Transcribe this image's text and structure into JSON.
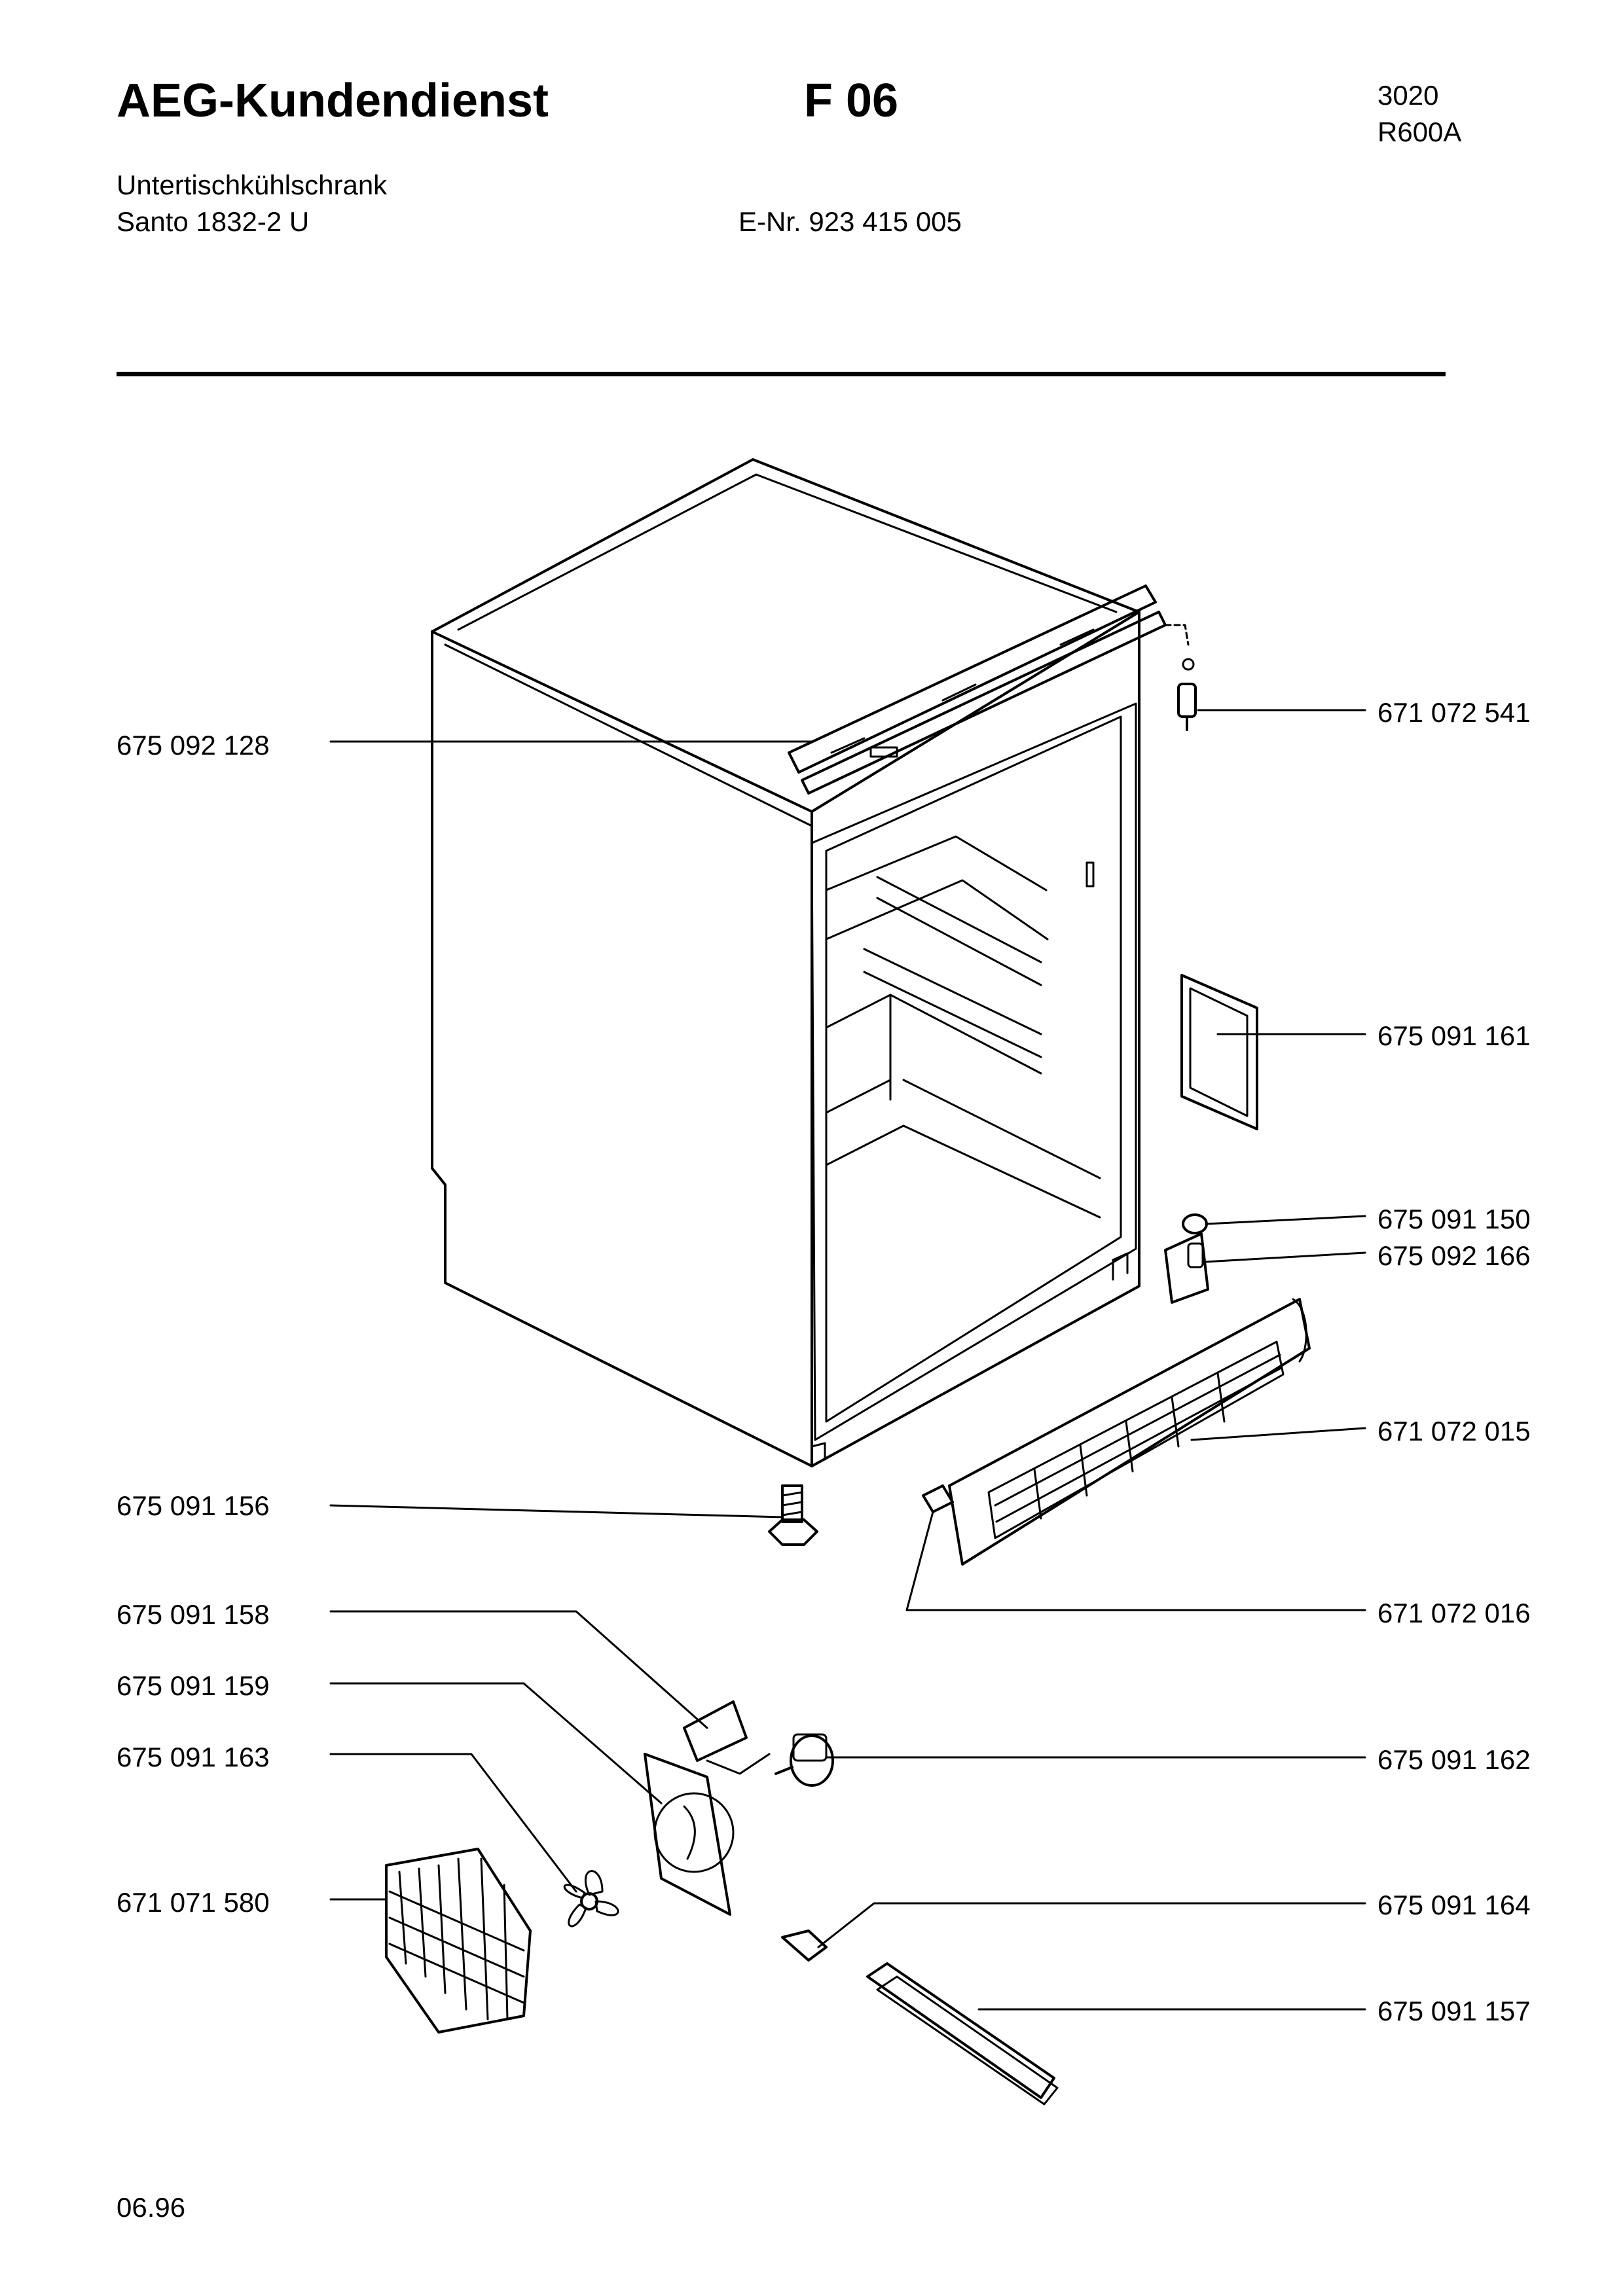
{
  "header": {
    "brand": "AEG-Kundendienst",
    "code": "F 06",
    "model_code": "3020",
    "refrigerant": "R600A",
    "type": "Untertischkühlschrank",
    "model": "Santo 1832-2 U",
    "enr": "E-Nr. 923 415 005"
  },
  "parts": {
    "left": [
      {
        "label": "675 092 128"
      },
      {
        "label": "675 091 156"
      },
      {
        "label": "675 091 158"
      },
      {
        "label": "675 091 159"
      },
      {
        "label": "675 091 163"
      },
      {
        "label": "671 071 580"
      }
    ],
    "right": [
      {
        "label": "671 072 541"
      },
      {
        "label": "675 091 161"
      },
      {
        "label": "675 091 150"
      },
      {
        "label": "675 092 166"
      },
      {
        "label": "671 072 015"
      },
      {
        "label": "671 072 016"
      },
      {
        "label": "675 091 162"
      },
      {
        "label": "675 091 164"
      },
      {
        "label": "675 091 157"
      }
    ]
  },
  "footer": {
    "date": "06.96"
  }
}
